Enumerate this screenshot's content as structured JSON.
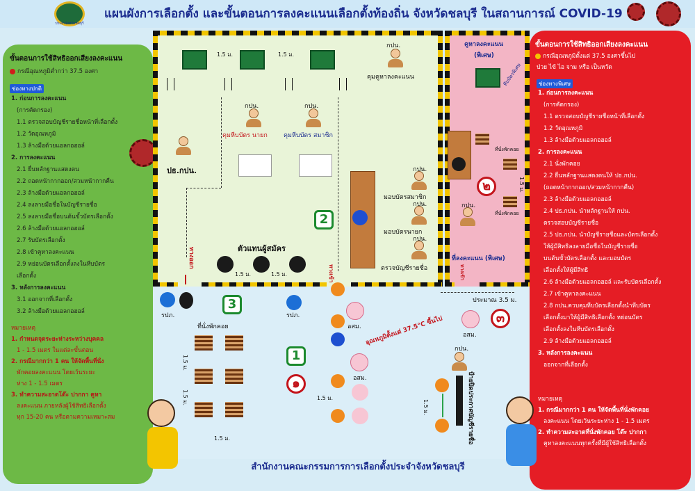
{
  "header": {
    "title": "แผนผังการเลือกตั้ง และขั้นตอนการลงคะแนนเลือกตั้งท้องถิ่น จังหวัดชลบุรี ในสถานการณ์ COVID-19",
    "logo_caption": "ประจำจังหวัดชลบุรี"
  },
  "left_panel": {
    "heading": "ขั้นตอนการใช้สิทธิออกเสียงลงคะแนน",
    "condition": "กรณีอุณหภูมิต่ำกว่า 37.5 องศา",
    "channel": "ช่องทางปกติ",
    "items": [
      "1. ก่อนการลงคะแนน",
      "(การคัดกรอง)",
      "1.1 ตรวจสอบบัญชีรายชื่อหน้าที่เลือกตั้ง",
      "1.2 วัดอุณหภูมิ",
      "1.3 ล้างมือด้วยแอลกอฮอล์",
      "2. การลงคะแนน",
      "2.1 ยื่นหลักฐานแสดงตน",
      "2.2 ถอดหน้ากากออก/สวมหน้ากากคืน",
      "2.3 ล้างมือด้วยแอลกอฮอล์",
      "2.4 ลงลายมือชื่อในบัญชีรายชื่อ",
      "2.5 ลงลายมือชื่อบนต้นขั้วบัตรเลือกตั้ง",
      "2.6 ล้างมือด้วยแอลกอฮอล์",
      "2.7 รับบัตรเลือกตั้ง",
      "2.8 เข้าคูหาลงคะแนน",
      "2.9 หย่อนบัตรเลือกตั้งลงในหีบบัตร",
      "เลือกตั้ง",
      "3. หลังการลงคะแนน",
      "3.1 ออกจากที่เลือกตั้ง",
      "3.2 ล้างมือด้วยแอลกอฮอล์"
    ],
    "notes_heading": "หมายเหตุ",
    "notes": [
      "1. กำหนดจุดระยะห่างระหว่างบุคคล",
      "1 - 1.5 เมตร ในแต่ละขั้นตอน",
      "2. กรณีมากกว่า 1 คน ให้จัดพื้นที่นั่ง",
      "พักคอยลงคะแนน โดยเว้นระยะ",
      "ห่าง 1 - 1.5 เมตร",
      "3. ทำความสะอาดโต๊ะ ปากกา คูหา",
      "ลงคะแนน ภายหลังผู้ใช้สิทธิเลือกตั้ง",
      "ทุก 15-20 คน หรือตามความเหมาะสม"
    ]
  },
  "right_panel": {
    "heading": "ขั้นตอนการใช้สิทธิออกเสียงลงคะแนน",
    "condition": "กรณีอุณหภูมิตั้งแต่ 37.5 องศาขึ้นไป",
    "condition2": "ป่วย ไข้ ไอ จาม หรือ เป็นหวัด",
    "channel": "ช่องทางพิเศษ",
    "items": [
      "1. ก่อนการลงคะแนน",
      "(การคัดกรอง)",
      "1.1 ตรวจสอบบัญชีรายชื่อหน้าที่เลือกตั้ง",
      "1.2 วัดอุณหภูมิ",
      "1.3 ล้างมือด้วยแอลกอฮอล์",
      "2. การลงคะแนน",
      "2.1 นั่งพักคอย",
      "2.2 ยื่นหลักฐานแสดงตนให้ ปธ.กปน.",
      "(ถอดหน้ากากออก/สวมหน้ากากคืน)",
      "2.3 ล้างมือด้วยแอลกอฮอล์",
      "2.4 ปธ.กปน. นำหลักฐานให้ กปน.",
      "ตรวจสอบบัญชีรายชื่อ",
      "2.5 ปธ.กปน. นำบัญชีรายชื่อและบัตรเลือกตั้ง",
      "ให้ผู้มีสิทธิลงลายมือชื่อในบัญชีรายชื่อ",
      "บนต้นขั้วบัตรเลือกตั้ง และมอบบัตร",
      "เลือกตั้งให้ผู้มีสิทธิ",
      "2.6 ล้างมือด้วยแอลกอฮอล์ และรับบัตรเลือกตั้ง",
      "2.7 เข้าคูหาลงคะแนน",
      "2.8 กปน.ควบคุมหีบบัตรเลือกตั้งนำหีบบัตร",
      "เลือกตั้งมาให้ผู้มีสิทธิเลือกตั้ง หย่อนบัตร",
      "เลือกตั้งลงในหีบบัตรเลือกตั้ง",
      "2.9 ล้างมือด้วยแอลกอฮอล์",
      "3. หลังการลงคะแนน",
      "ออกจากที่เลือกตั้ง"
    ],
    "notes_heading": "หมายเหตุ",
    "notes": [
      "1. กรณีมากกว่า 1 คน ให้จัดพื้นที่นั่งพักคอย",
      "ลงคะแนน โดยเว้นระยะห่าง 1 - 1.5 เมตร",
      "2. ทำความสะอาดที่นั่งพักคอย โต๊ะ ปากกา",
      "คูหาลงคะแนนทุกครั้งที่มีผู้ใช้สิทธิเลือกตั้ง"
    ]
  },
  "main_room": {
    "dist_1": "1.5 ม.",
    "dist_2": "1.5 ม.",
    "ballot_guard": "กปน.",
    "ballot_guard_role": "คุมคูหาลงคะแนน",
    "booth_guard_1": "กปน.",
    "booth_guard_1_role": "คุมหีบบัตร นายก",
    "booth_guard_2": "กปน.",
    "booth_guard_2_role": "คุมหีบบัตร สมาชิก",
    "chair": "ปธ.กปน.",
    "exit_label": "ทางออก",
    "candidate_rep": "ตัวแทนผู้สมัคร",
    "cand_dist_1": "1.5 ม.",
    "cand_dist_2": "1.5 ม.",
    "step": "2",
    "officer_1": "กปน.",
    "officer_1_role": "มอบบัตรสมาชิก",
    "officer_2": "กปน.",
    "officer_2_role": "มอบบัตรนายก",
    "officer_3": "กปน.",
    "officer_3_role": "ตรวจบัญชีรายชื่อ",
    "entrance": "ทางเข้า"
  },
  "special_room": {
    "title": "คูหาลงคะแนน",
    "subtitle": "(พิเศษ)",
    "ballot_box": "หีบบัตรพิเศษ",
    "waiting": "ที่นั่งพักคอย",
    "waiting2": "ที่นั่งพักคอย",
    "dist": "1.5 ม.",
    "step": "๒",
    "officer": "กปน.",
    "voting_label": "ที่ลงคะแนน (พิเศษ)",
    "entrance": "ทางเข้า"
  },
  "bottom_zone": {
    "police_1": "รปภ.",
    "police_2": "รปภ.",
    "step": "3",
    "waiting": "ที่นั่งพักคอย",
    "dist_v1": "1.5 ม.",
    "dist_v2": "1.5 ม.",
    "dist_h": "1.5 ม.",
    "step_green": "1",
    "step_red": "๑",
    "health_1": "อสม.",
    "health_2": "อสม.",
    "health_3": "อสม.",
    "temp_note": "อุณหภูมิตั้งแต่ 37.5°C ขึ้นไป",
    "approx": "ประมาณ 3.5 ม.",
    "step_thai": "๓",
    "officer": "กปน.",
    "voter_list": "ป้ายปิดประกาศบัญชีรายชื่อ",
    "dist_side": "1.5 ม.",
    "dist_queue": "1.5 ม."
  },
  "footer": {
    "text": "สำนักงานคณะกรรมการการเลือกตั้งประจำจังหวัดชลบุรี"
  },
  "colors": {
    "left_panel": "#6db946",
    "right_panel": "#e51d25",
    "title": "#1b2c8f",
    "channel_tag": "#1f5bd8"
  }
}
